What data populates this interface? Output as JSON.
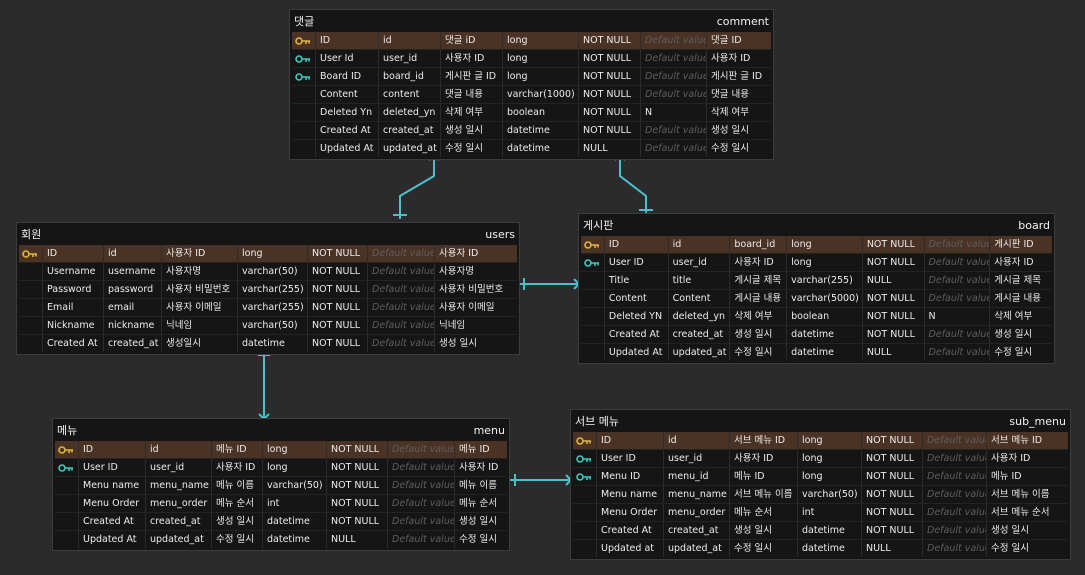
{
  "colors": {
    "background": "#2b2b2b",
    "table": "#151515",
    "pk_row": "#4a3324",
    "pk_icon": "#e0b43a",
    "fk_icon": "#3fc9c0",
    "relation_line": "#4bbfcc"
  },
  "default_placeholder": "Default value",
  "tables": [
    {
      "id": "comment",
      "label": "댓글",
      "name": "comment",
      "rows": [
        {
          "key": "pk-fk",
          "logical": "ID",
          "physical": "id",
          "comment": "댓글 iD",
          "type": "long",
          "nullable": "NOT NULL",
          "default": "",
          "desc": "댓글 ID"
        },
        {
          "key": "fk",
          "logical": "User Id",
          "physical": "user_id",
          "comment": "사용자 ID",
          "type": "long",
          "nullable": "NOT NULL",
          "default": "",
          "desc": "사용자 ID"
        },
        {
          "key": "fk",
          "logical": "Board ID",
          "physical": "board_id",
          "comment": "게시판 글 ID",
          "type": "long",
          "nullable": "NOT NULL",
          "default": "",
          "desc": "게시판 글 ID"
        },
        {
          "key": "",
          "logical": "Content",
          "physical": "content",
          "comment": "댓글 내용",
          "type": "varchar(1000)",
          "nullable": "NOT NULL",
          "default": "",
          "desc": "댓글 내용"
        },
        {
          "key": "",
          "logical": "Deleted Yn",
          "physical": "deleted_yn",
          "comment": "삭제 여부",
          "type": "boolean",
          "nullable": "NOT NULL",
          "default": "N",
          "desc": "삭제 여부"
        },
        {
          "key": "",
          "logical": "Created At",
          "physical": "created_at",
          "comment": "생성 일시",
          "type": "datetime",
          "nullable": "NOT NULL",
          "default": "",
          "desc": "생성 일시"
        },
        {
          "key": "",
          "logical": "Updated At",
          "physical": "updated_at",
          "comment": "수정 일시",
          "type": "datetime",
          "nullable": "NULL",
          "default": "",
          "desc": "수정 일시"
        }
      ]
    },
    {
      "id": "users",
      "label": "회원",
      "name": "users",
      "rows": [
        {
          "key": "pk",
          "logical": "ID",
          "physical": "id",
          "comment": "사용자 ID",
          "type": "long",
          "nullable": "NOT NULL",
          "default": "",
          "desc": "사용자 ID"
        },
        {
          "key": "",
          "logical": "Username",
          "physical": "username",
          "comment": "사용자명",
          "type": "varchar(50)",
          "nullable": "NOT NULL",
          "default": "",
          "desc": "사용자명"
        },
        {
          "key": "",
          "logical": "Password",
          "physical": "password",
          "comment": "사용자 비밀번호",
          "type": "varchar(255)",
          "nullable": "NOT NULL",
          "default": "",
          "desc": "사용자 비밀번호"
        },
        {
          "key": "",
          "logical": "Email",
          "physical": "email",
          "comment": "사용자 이메일",
          "type": "varchar(255)",
          "nullable": "NOT NULL",
          "default": "",
          "desc": "사용자 이메일"
        },
        {
          "key": "",
          "logical": "Nickname",
          "physical": "nickname",
          "comment": "닉네임",
          "type": "varchar(50)",
          "nullable": "NOT NULL",
          "default": "",
          "desc": "닉네임"
        },
        {
          "key": "",
          "logical": "Created At",
          "physical": "created_at",
          "comment": "생성일시",
          "type": "datetime",
          "nullable": "NOT NULL",
          "default": "",
          "desc": "생성 일시"
        }
      ]
    },
    {
      "id": "board",
      "label": "게시판",
      "name": "board",
      "rows": [
        {
          "key": "pk",
          "logical": "ID",
          "physical": "id",
          "comment": "board_id",
          "type": "long",
          "nullable": "NOT NULL",
          "default": "",
          "desc": "게시판 ID"
        },
        {
          "key": "fk",
          "logical": "User ID",
          "physical": "user_id",
          "comment": "사용자 ID",
          "type": "long",
          "nullable": "NOT NULL",
          "default": "",
          "desc": "사용자 ID"
        },
        {
          "key": "",
          "logical": "Title",
          "physical": "title",
          "comment": "게시글 제목",
          "type": "varchar(255)",
          "nullable": "NULL",
          "default": "",
          "desc": "게시글 제목"
        },
        {
          "key": "",
          "logical": "Content",
          "physical": "Content",
          "comment": "게시글 내용",
          "type": "varchar(5000)",
          "nullable": "NOT NULL",
          "default": "",
          "desc": "게시글 내용"
        },
        {
          "key": "",
          "logical": "Deleted YN",
          "physical": "deleted_yn",
          "comment": "삭제 여부",
          "type": "boolean",
          "nullable": "NOT NULL",
          "default": "N",
          "desc": "삭제 여부"
        },
        {
          "key": "",
          "logical": "Created At",
          "physical": "created_at",
          "comment": "생성 일시",
          "type": "datetime",
          "nullable": "NOT NULL",
          "default": "",
          "desc": "생성 일시"
        },
        {
          "key": "",
          "logical": "Updated At",
          "physical": "updated_at",
          "comment": "수정 일시",
          "type": "datetime",
          "nullable": "NULL",
          "default": "",
          "desc": "수정 일시"
        }
      ]
    },
    {
      "id": "menu",
      "label": "메뉴",
      "name": "menu",
      "rows": [
        {
          "key": "pk",
          "logical": "ID",
          "physical": "id",
          "comment": "메뉴 ID",
          "type": "long",
          "nullable": "NOT NULL",
          "default": "",
          "desc": "메뉴 ID"
        },
        {
          "key": "fk",
          "logical": "User ID",
          "physical": "user_id",
          "comment": "사용자 ID",
          "type": "long",
          "nullable": "NOT NULL",
          "default": "",
          "desc": "사용자 ID"
        },
        {
          "key": "",
          "logical": "Menu name",
          "physical": "menu_name",
          "comment": "메뉴 이름",
          "type": "varchar(50)",
          "nullable": "NOT NULL",
          "default": "",
          "desc": "메뉴 이름"
        },
        {
          "key": "",
          "logical": "Menu Order",
          "physical": "menu_order",
          "comment": "메뉴 순서",
          "type": "int",
          "nullable": "NOT NULL",
          "default": "",
          "desc": "메뉴 순서"
        },
        {
          "key": "",
          "logical": "Created At",
          "physical": "created_at",
          "comment": "생성 일시",
          "type": "datetime",
          "nullable": "NOT NULL",
          "default": "",
          "desc": "생성 일시"
        },
        {
          "key": "",
          "logical": "Updated At",
          "physical": "updated_at",
          "comment": "수정 일시",
          "type": "datetime",
          "nullable": "NULL",
          "default": "",
          "desc": "수정 일시"
        }
      ]
    },
    {
      "id": "sub_menu",
      "label": "서브 메뉴",
      "name": "sub_menu",
      "rows": [
        {
          "key": "pk",
          "logical": "ID",
          "physical": "id",
          "comment": "서브 메뉴 ID",
          "type": "long",
          "nullable": "NOT NULL",
          "default": "",
          "desc": "서브 메뉴 ID"
        },
        {
          "key": "fk",
          "logical": "User ID",
          "physical": "user_id",
          "comment": "사용자 ID",
          "type": "long",
          "nullable": "NOT NULL",
          "default": "",
          "desc": "사용자 ID"
        },
        {
          "key": "fk",
          "logical": "Menu ID",
          "physical": "menu_id",
          "comment": "메뉴 ID",
          "type": "long",
          "nullable": "NOT NULL",
          "default": "",
          "desc": "메뉴 ID"
        },
        {
          "key": "",
          "logical": "Menu name",
          "physical": "menu_name",
          "comment": "서브 메뉴 이름",
          "type": "varchar(50)",
          "nullable": "NOT NULL",
          "default": "",
          "desc": "서브 메뉴 이름"
        },
        {
          "key": "",
          "logical": "Menu Order",
          "physical": "menu_order",
          "comment": "메뉴 순서",
          "type": "int",
          "nullable": "NOT NULL",
          "default": "",
          "desc": "서브 메뉴 순서"
        },
        {
          "key": "",
          "logical": "Created At",
          "physical": "created_at",
          "comment": "생성 일시",
          "type": "datetime",
          "nullable": "NOT NULL",
          "default": "",
          "desc": "생성 일시"
        },
        {
          "key": "",
          "logical": "Updated at",
          "physical": "updated_at",
          "comment": "수정 일시",
          "type": "datetime",
          "nullable": "NULL",
          "default": "",
          "desc": "수정 일시"
        }
      ]
    }
  ]
}
